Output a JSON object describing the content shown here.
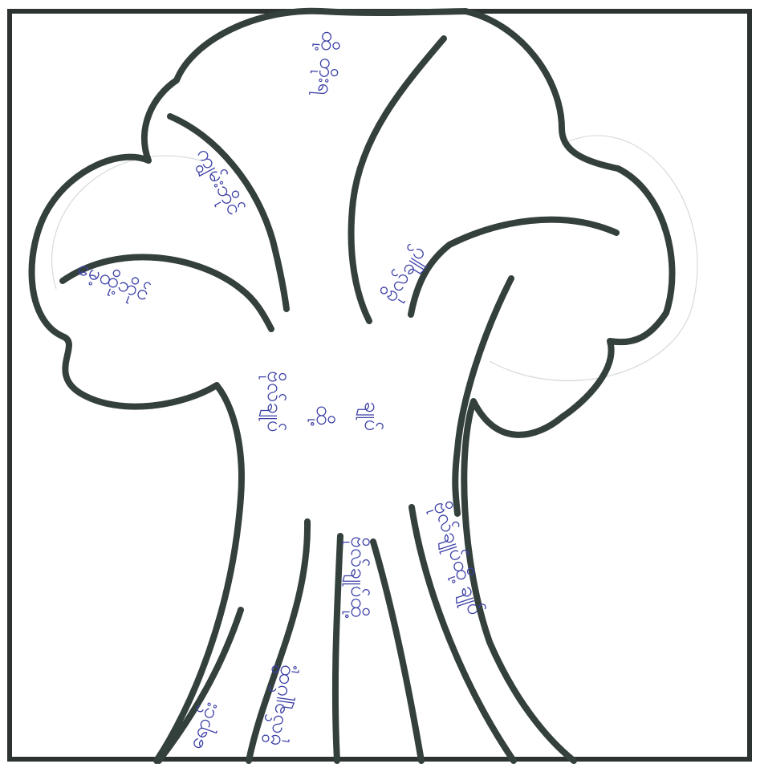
{
  "labels": {
    "top_branch": "ထို့ တိုးရ",
    "upper_left_branch": "ကျွမ်းဘိုင်",
    "left_branch": "မေ့ထို့ဘိုင်",
    "right_branch": "ဗိုလ်ချုပ်",
    "trunk_left": "ဗိုလ်ချုပ်",
    "trunk_center": "ထို့",
    "trunk_right": "ချုပ်",
    "root_1": "ရောင်း",
    "root_2": "ဗိုလ်ချုပ်ထို့",
    "root_3": "ဗိုလ်ချုပ်ထို့",
    "root_4": "ဗိုလ်ချုပ်ထို့ ချုပ်"
  },
  "colors": {
    "ink": "#34403c",
    "handwriting": "#3b3fa6",
    "paper": "#ffffff"
  }
}
